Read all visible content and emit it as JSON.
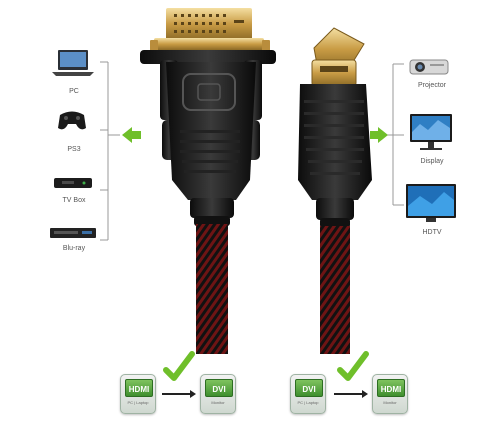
{
  "sources": {
    "items": [
      {
        "label": "PC",
        "icon": "laptop-icon"
      },
      {
        "label": "PS3",
        "icon": "gamepad-icon"
      },
      {
        "label": "TV Box",
        "icon": "tv-box-icon"
      },
      {
        "label": "Blu-ray",
        "icon": "blu-ray-player-icon"
      }
    ]
  },
  "displays": {
    "items": [
      {
        "label": "Projector",
        "icon": "projector-icon"
      },
      {
        "label": "Display",
        "icon": "monitor-icon"
      },
      {
        "label": "HDTV",
        "icon": "hdtv-icon"
      }
    ]
  },
  "diagrams": {
    "left": {
      "from": {
        "title": "HDMI",
        "sub": "PC | Laptop"
      },
      "to": {
        "title": "DVI",
        "sub": "Monitor"
      }
    },
    "right": {
      "from": {
        "title": "DVI",
        "sub": "PC | Laptop"
      },
      "to": {
        "title": "HDMI",
        "sub": "Monitor"
      }
    }
  },
  "colors": {
    "accent_green": "#6fbf2a",
    "cable_red": "#8b1a1a",
    "gold": "#d6b25a"
  }
}
